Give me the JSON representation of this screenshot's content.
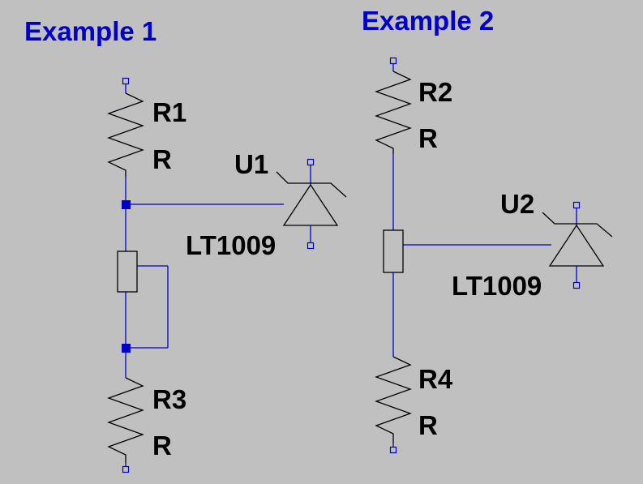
{
  "colors": {
    "background": "#c0c0c0",
    "title": "#0000c8",
    "wire": "#0000c8",
    "component": "#000000",
    "label": "#000000"
  },
  "example1": {
    "title": "Example 1",
    "r1": {
      "name": "R1",
      "value": "R"
    },
    "r3": {
      "name": "R3",
      "value": "R"
    },
    "u1": {
      "name": "U1",
      "part": "LT1009"
    }
  },
  "example2": {
    "title": "Example 2",
    "r2": {
      "name": "R2",
      "value": "R"
    },
    "r4": {
      "name": "R4",
      "value": "R"
    },
    "u2": {
      "name": "U2",
      "part": "LT1009"
    }
  }
}
